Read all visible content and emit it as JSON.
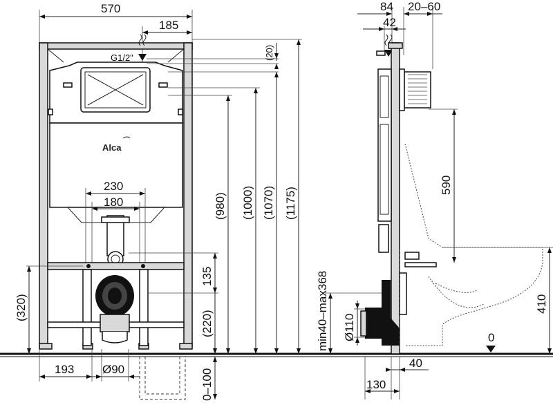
{
  "front_view": {
    "width_total": "570",
    "offset_top": "185",
    "pipe_label": "G1/2\"",
    "brand": "Alca",
    "span_outer": "230",
    "span_inner": "180",
    "dim_20": "(20)",
    "dim_980": "(980)",
    "dim_1000": "(1000)",
    "dim_1070": "(1070)",
    "dim_1175": "(1175)",
    "dim_135": "135",
    "dim_220": "(220)",
    "dim_320": "(320)",
    "dim_193": "193",
    "dim_90": "Ø90",
    "dim_0_100": "0–100"
  },
  "side_view": {
    "dim_84": "84",
    "dim_20_60": "20–60",
    "dim_42": "42",
    "dim_590": "590",
    "dim_range": "min40–max368",
    "dim_110": "Ø110",
    "dim_410": "410",
    "dim_zero": "0",
    "dim_40": "40",
    "dim_130": "130"
  }
}
